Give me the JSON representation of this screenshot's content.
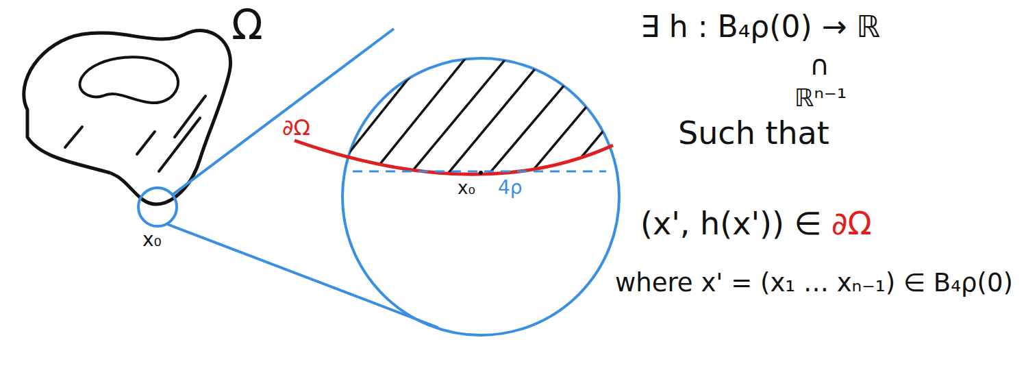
{
  "diagram": {
    "labels": [
      "Ω",
      "x₀",
      "∂Ω",
      "x₀",
      "4ρ",
      "∃ h : B₄ρ(0) → ℝ",
      "∩",
      "ℝⁿ⁻¹",
      "Such that",
      "(x', h(x')) ∈",
      "∂Ω",
      "where x' = (x₁ … xₙ₋₁) ∈ B₄ρ(0)"
    ]
  }
}
